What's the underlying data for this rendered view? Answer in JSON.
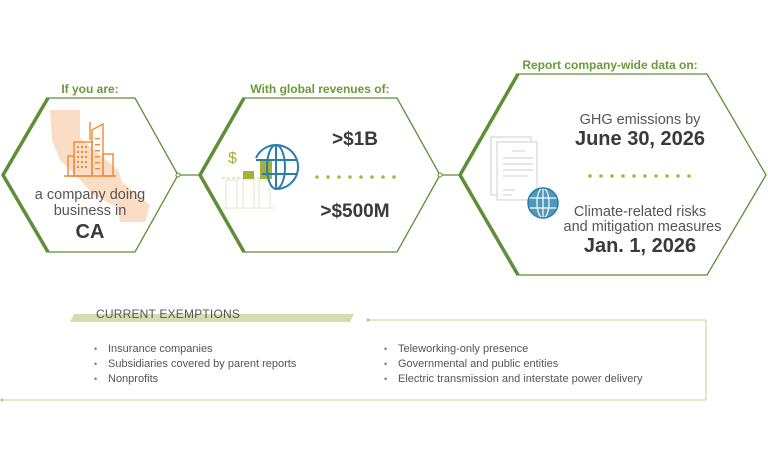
{
  "colors": {
    "hex_outline": "#5e8e36",
    "label_green": "#6a9a3a",
    "dot_olive": "#a5b83a",
    "icon_orange": "#ee8a35",
    "state_fill": "#fbdcc4",
    "globe_blue": "#2a7fa8",
    "bar_olive": "#a7b13a",
    "exemption_band": "#d5dcae",
    "text_dark": "#3a3a3a",
    "text_gray": "#555555"
  },
  "step1": {
    "label": "If you are:",
    "line1": "a company doing",
    "line2": "business in",
    "emphasis": "CA",
    "icon": "california-buildings-icon"
  },
  "step2": {
    "label": "With global revenues of:",
    "value_top": ">$1B",
    "value_bottom": ">$500M",
    "icon": "revenue-globe-icon"
  },
  "step3": {
    "label": "Report company-wide data on:",
    "item1_text": "GHG emissions by",
    "item1_date": "June 30, 2026",
    "item2_line1": "Climate-related risks",
    "item2_line2": "and mitigation measures",
    "item2_date": "Jan. 1, 2026",
    "icon": "documents-globe-icon"
  },
  "exemptions": {
    "title": "CURRENT EXEMPTIONS",
    "left": [
      "Insurance companies",
      "Subsidiaries covered by parent reports",
      "Nonprofits"
    ],
    "right": [
      "Teleworking-only presence",
      "Governmental and public entities",
      "Electric transmission and interstate power delivery"
    ]
  }
}
